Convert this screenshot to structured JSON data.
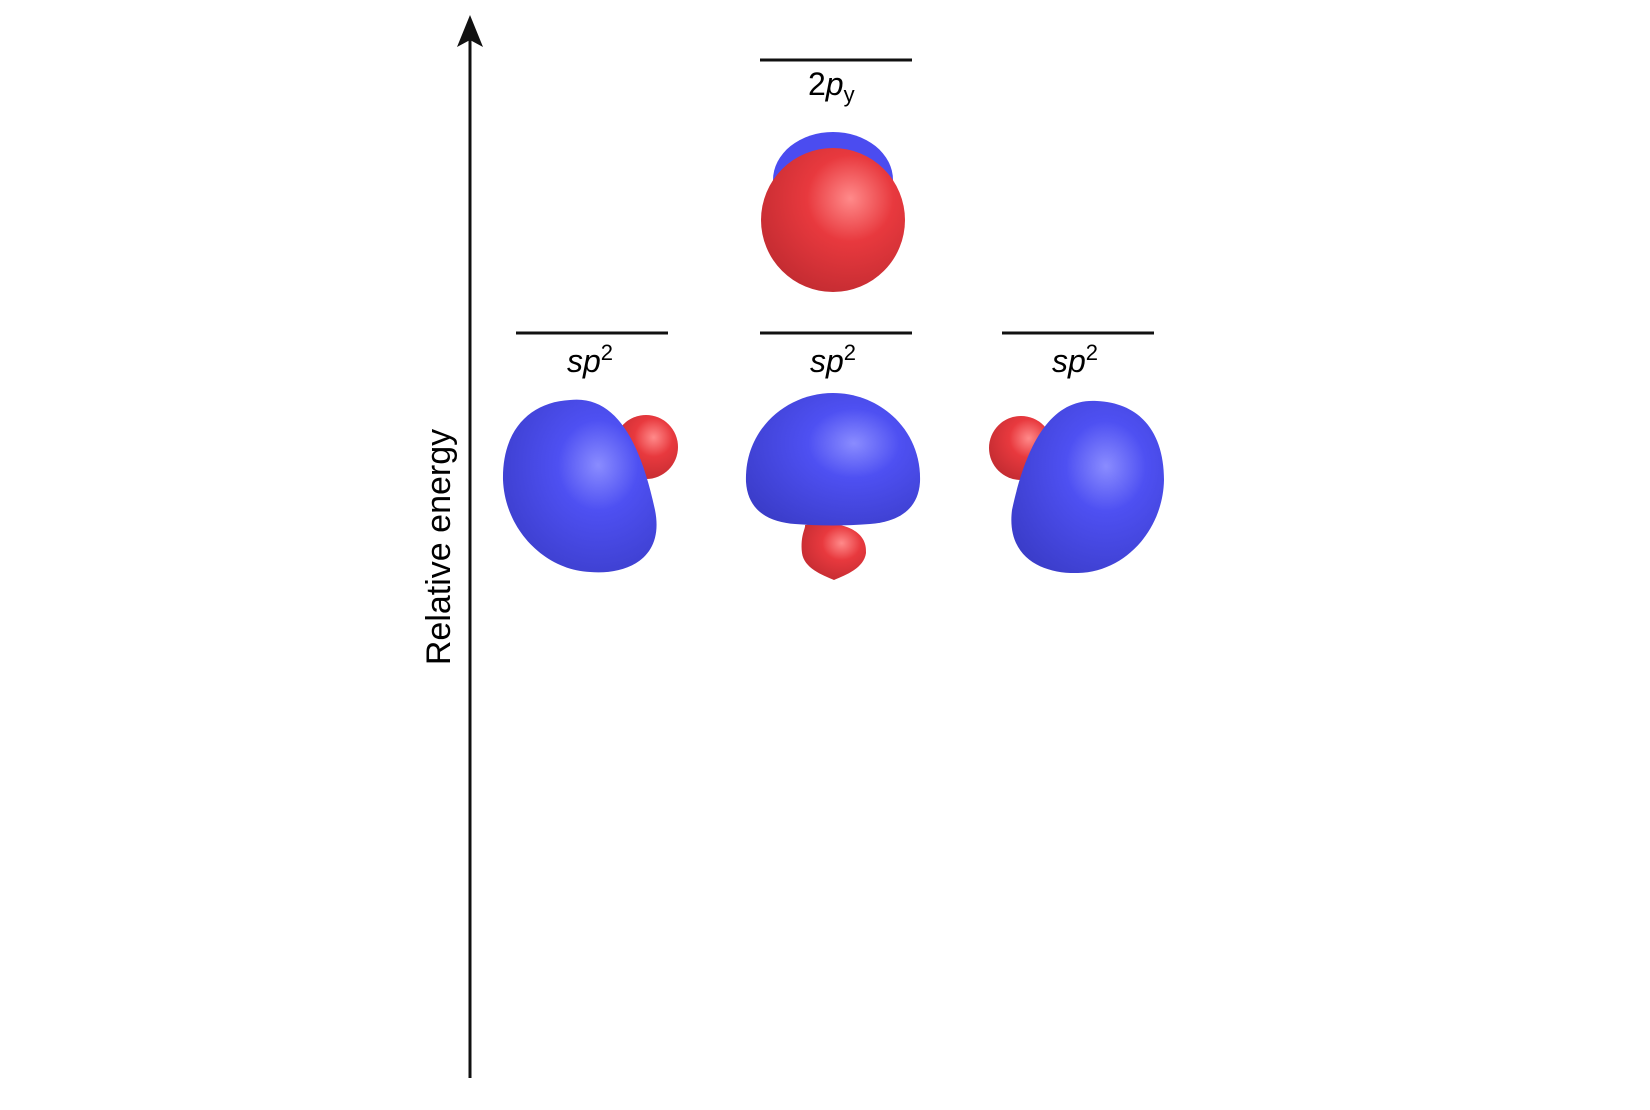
{
  "axis": {
    "label": "Relative energy"
  },
  "levels": [
    {
      "id": "p",
      "label_main": "2",
      "label_italic": "p",
      "label_sub": "y"
    },
    {
      "id": "sp2-left",
      "label_italic": "sp",
      "label_sup": "2"
    },
    {
      "id": "sp2-center",
      "label_italic": "sp",
      "label_sup": "2"
    },
    {
      "id": "sp2-right",
      "label_italic": "sp",
      "label_sup": "2"
    }
  ],
  "colors": {
    "positive_lobe": "#4b4cf0",
    "negative_lobe": "#e8393e",
    "line": "#111111"
  }
}
